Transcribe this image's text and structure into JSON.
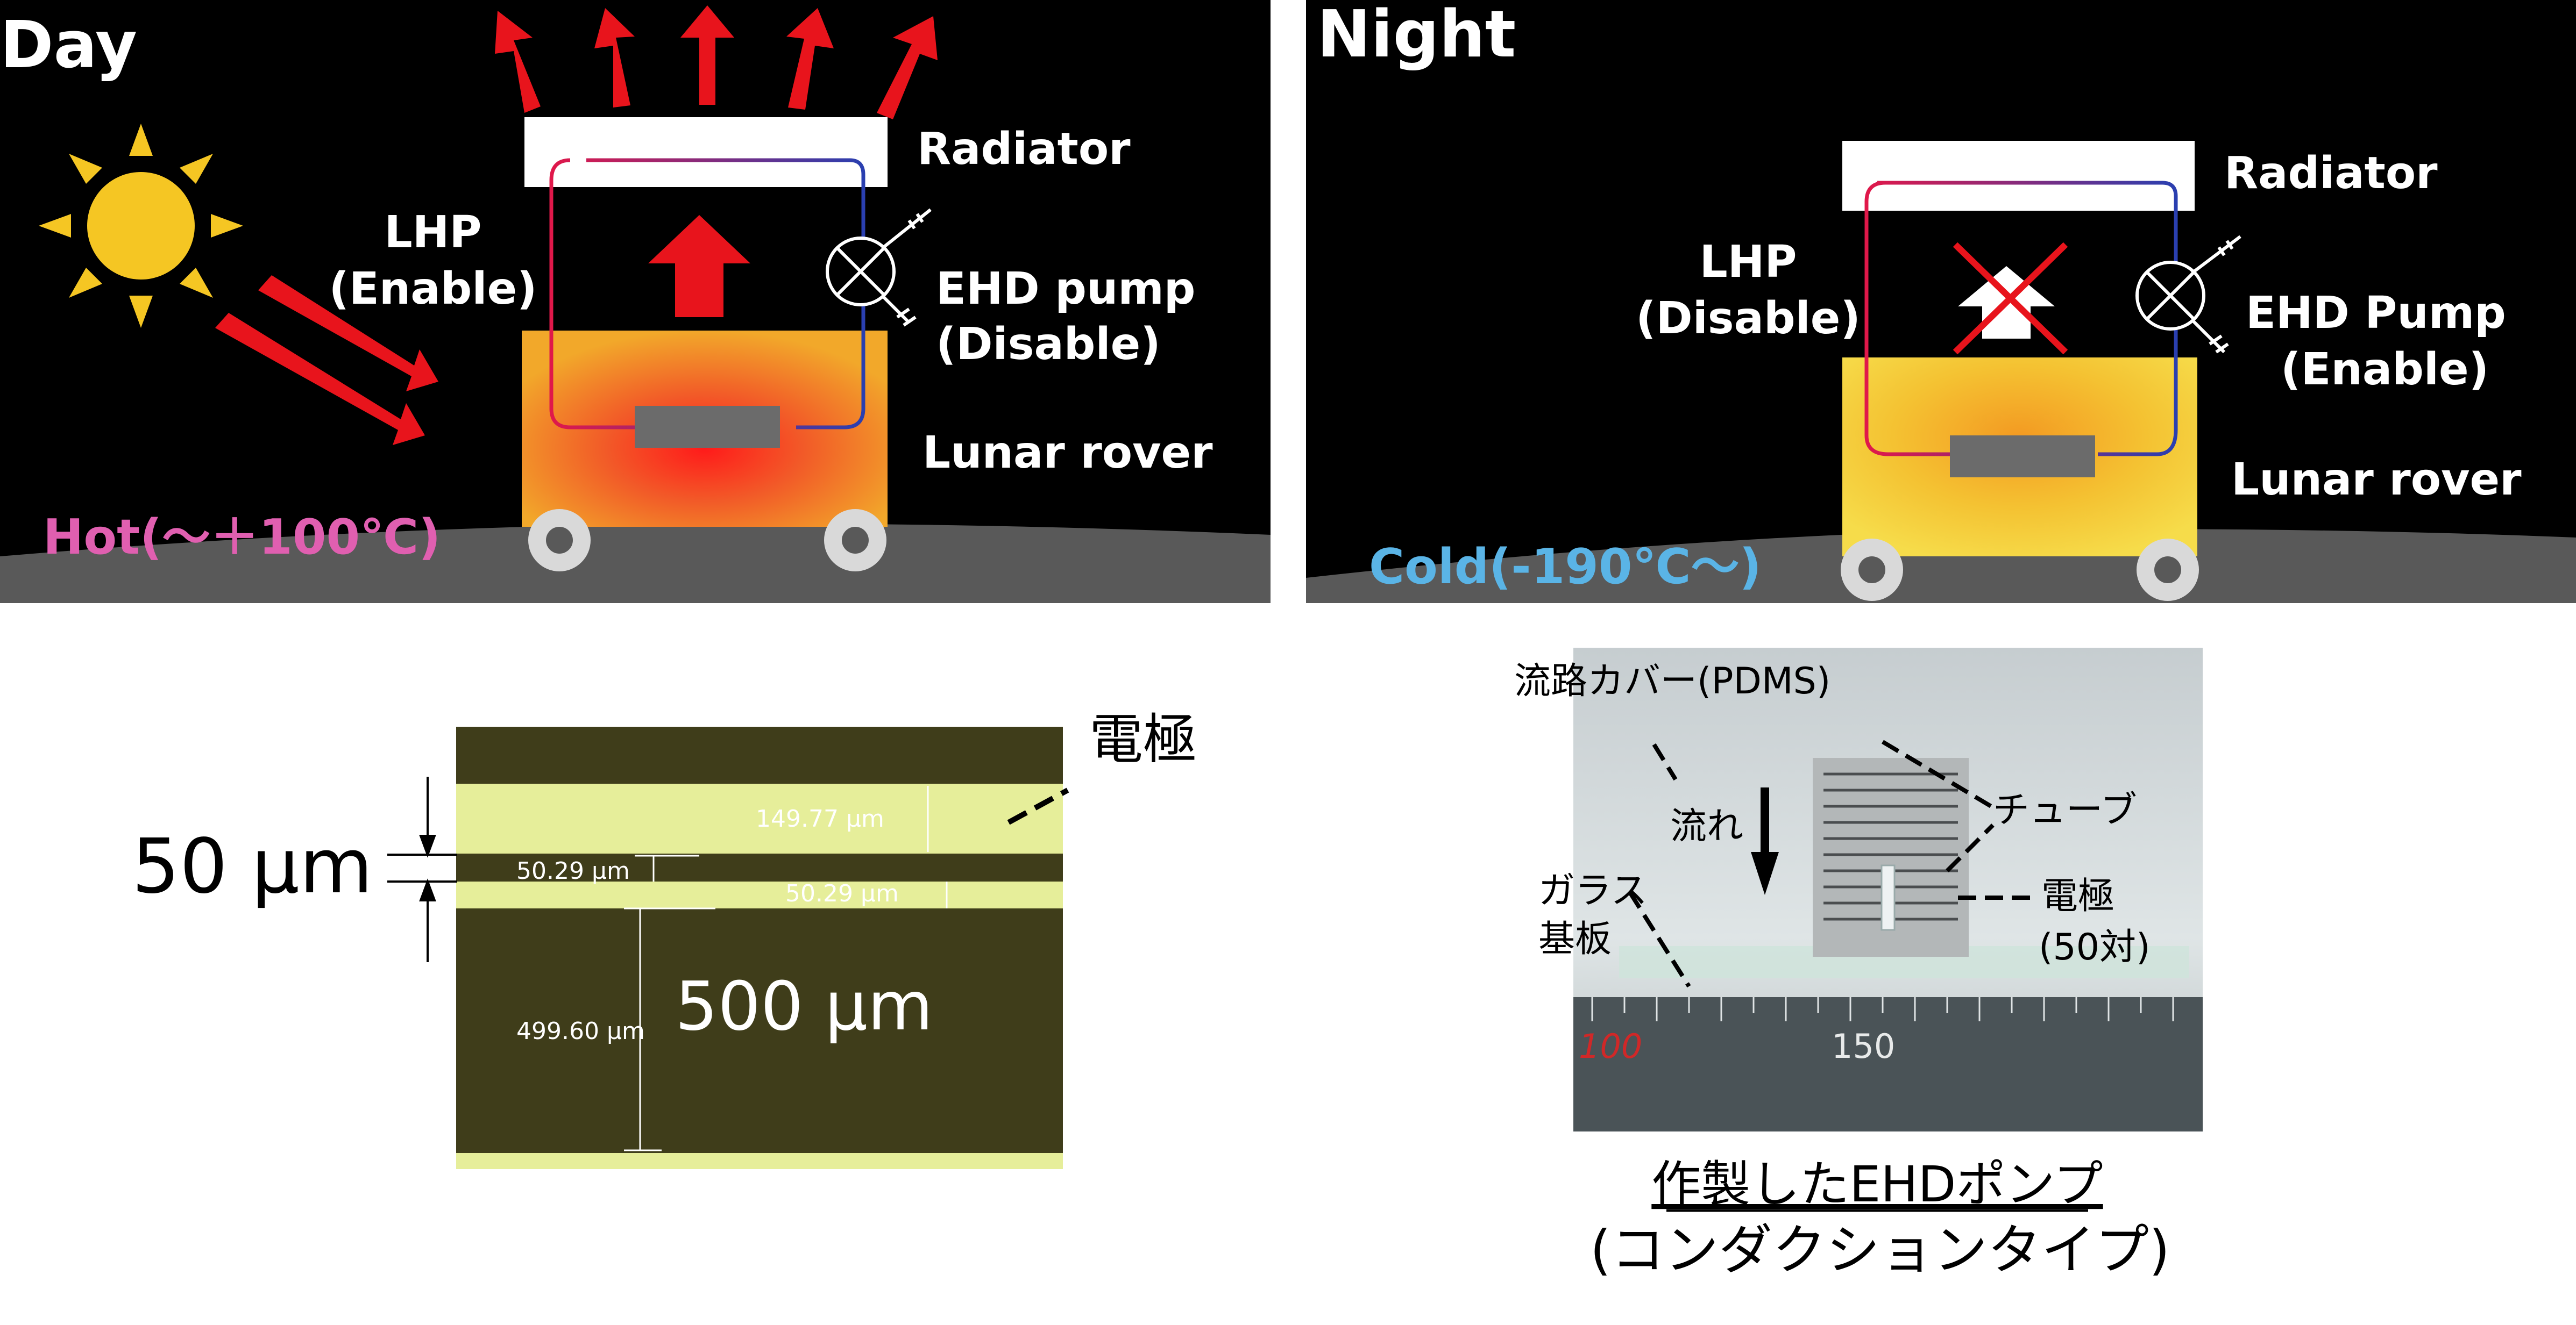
{
  "day_panel": {
    "title": "Day",
    "lhp_line1": "LHP",
    "lhp_line2": "(Enable)",
    "radiator": "Radiator",
    "ehd_line1": "EHD pump",
    "ehd_line2": "(Disable)",
    "rover": "Lunar rover",
    "temperature": "Hot(～＋100℃)",
    "temperature_color": "#e05fb0"
  },
  "night_panel": {
    "title": "Night",
    "lhp_line1": "LHP",
    "lhp_line2": "(Disable)",
    "radiator": "Radiator",
    "ehd_line1": "EHD Pump",
    "ehd_line2": "(Enable)",
    "rover": "Lunar rover",
    "temperature": "Cold(-190℃～)",
    "temperature_color": "#5ab4e6"
  },
  "micrograph": {
    "electrode_label": "電極",
    "gap_label": "50 μm",
    "width_label": "500 μm",
    "measure_top": "149.77 μm",
    "measure_gap1": "50.29 μm",
    "measure_gap2": "50.29 μm",
    "measure_wide": "499.60 μm"
  },
  "photo": {
    "cover_label": "流路カバー(PDMS)",
    "flow_label": "流れ",
    "tube_label": "チューブ",
    "glass_line1": "ガラス",
    "glass_line2": "基板",
    "electrode_line1": "電極",
    "electrode_line2": "(50対)",
    "ruler_100": "100",
    "ruler_150": "150",
    "caption_line1": "作製したEHDポンプ",
    "caption_line2": "(コンダクションタイプ)"
  },
  "colors": {
    "panel_bg": "#000000",
    "ground": "#5a5a5a",
    "arrow_red": "#e8141c",
    "sun": "#f5c623",
    "rover_hot": "#f0a020",
    "rover_cold": "#f3d23a",
    "micrograph_bg": "#3f3d1a",
    "electrode": "#e6ee9a"
  }
}
